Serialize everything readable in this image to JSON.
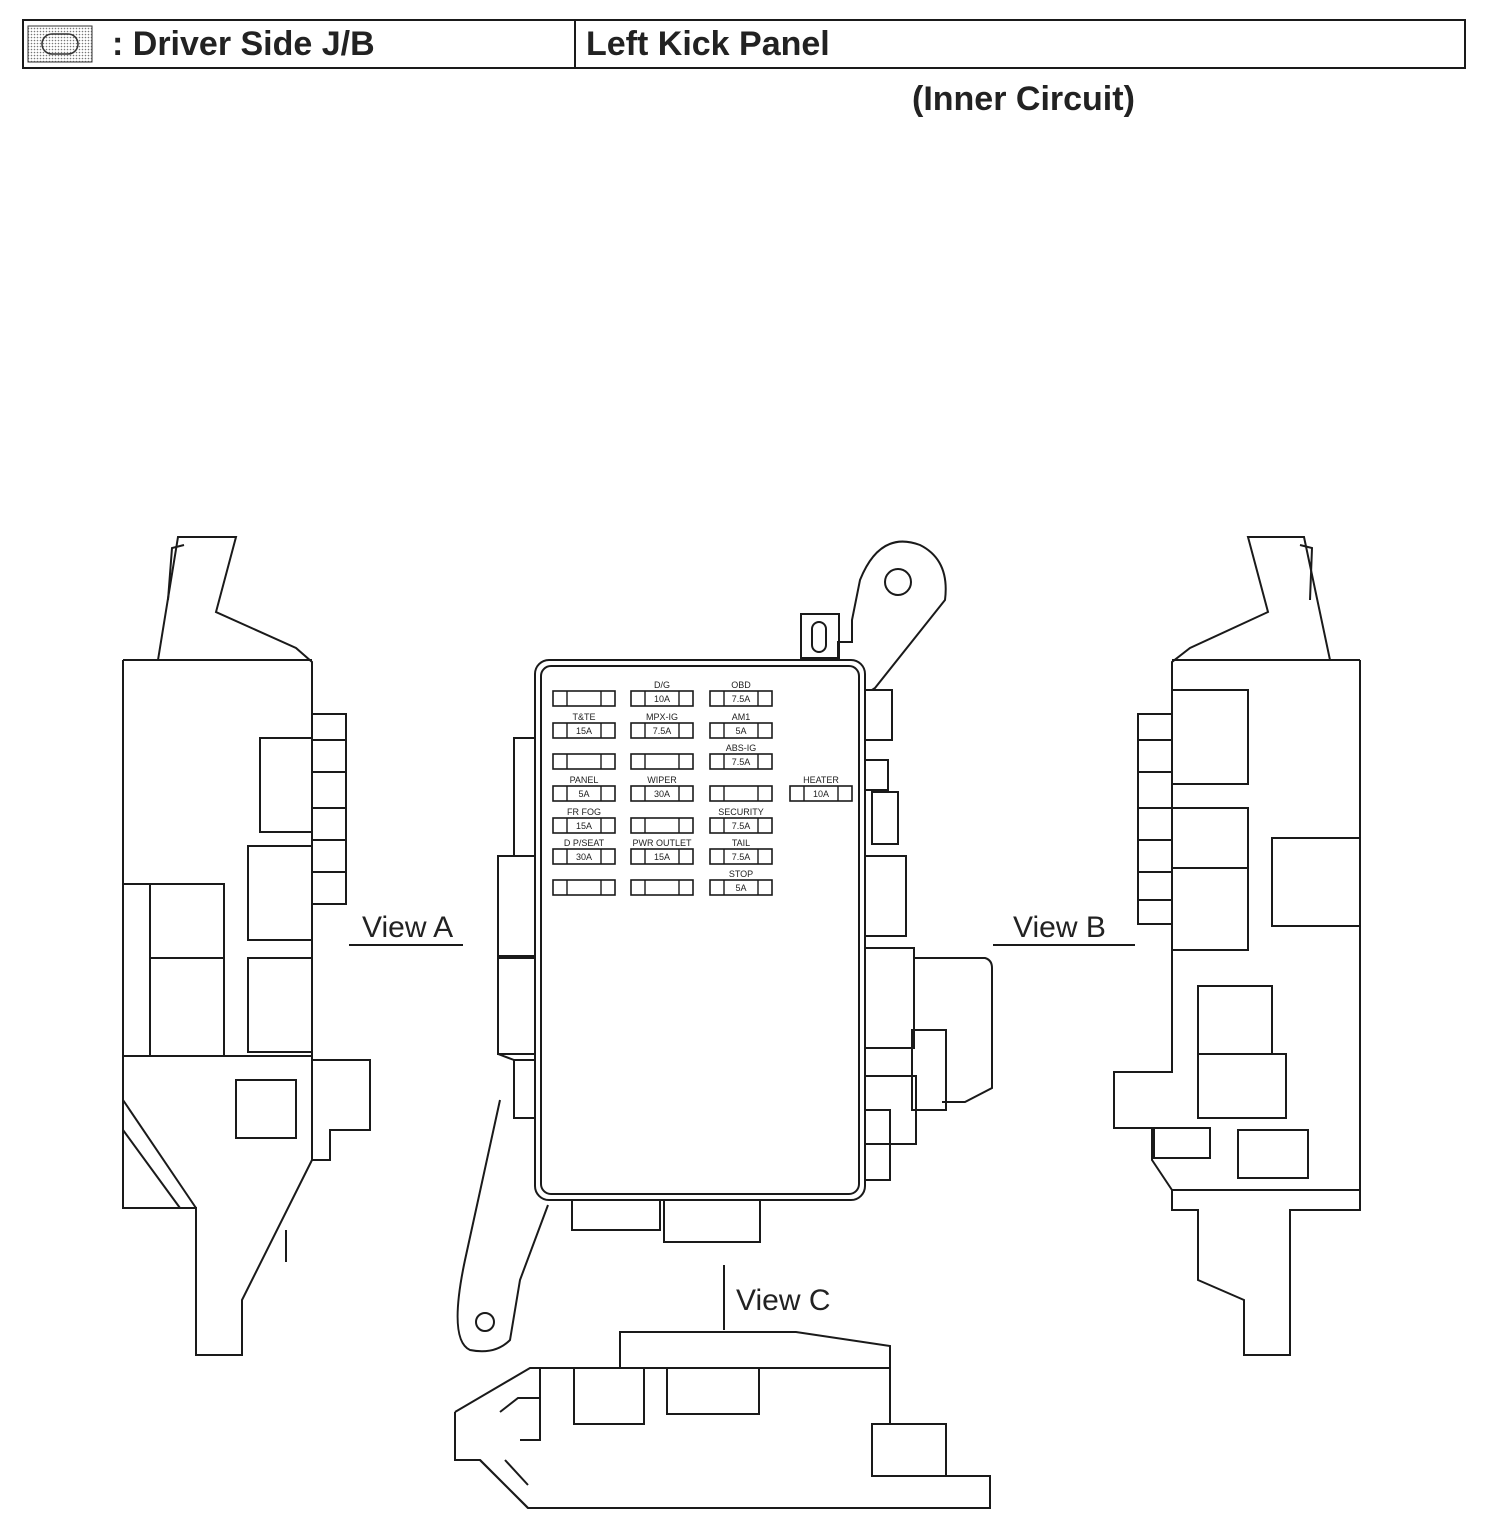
{
  "header": {
    "code": ": Driver Side J/B",
    "location": "Left Kick Panel",
    "subtitle": "(Inner Circuit)"
  },
  "views": {
    "a": "View A",
    "b": "View B",
    "c": "View C"
  },
  "fuses": [
    {
      "label": "",
      "amp": ""
    },
    {
      "label": "D/G",
      "amp": "10A"
    },
    {
      "label": "OBD",
      "amp": "7.5A"
    },
    {
      "label": "T&TE",
      "amp": "15A"
    },
    {
      "label": "MPX-IG",
      "amp": "7.5A"
    },
    {
      "label": "AM1",
      "amp": "5A"
    },
    {
      "label": "",
      "amp": ""
    },
    {
      "label": "",
      "amp": ""
    },
    {
      "label": "ABS-IG",
      "amp": "7.5A"
    },
    {
      "label": "PANEL",
      "amp": "5A"
    },
    {
      "label": "WIPER",
      "amp": "30A"
    },
    {
      "label": "",
      "amp": ""
    },
    {
      "label": "FR FOG",
      "amp": "15A"
    },
    {
      "label": "",
      "amp": ""
    },
    {
      "label": "SECURITY",
      "amp": "7.5A"
    },
    {
      "label": "D P/SEAT",
      "amp": "30A"
    },
    {
      "label": "PWR OUTLET",
      "amp": "15A"
    },
    {
      "label": "TAIL",
      "amp": "7.5A"
    },
    {
      "label": "",
      "amp": ""
    },
    {
      "label": "",
      "amp": ""
    },
    {
      "label": "STOP",
      "amp": "5A"
    },
    {
      "label": "HEATER",
      "amp": "10A"
    }
  ]
}
